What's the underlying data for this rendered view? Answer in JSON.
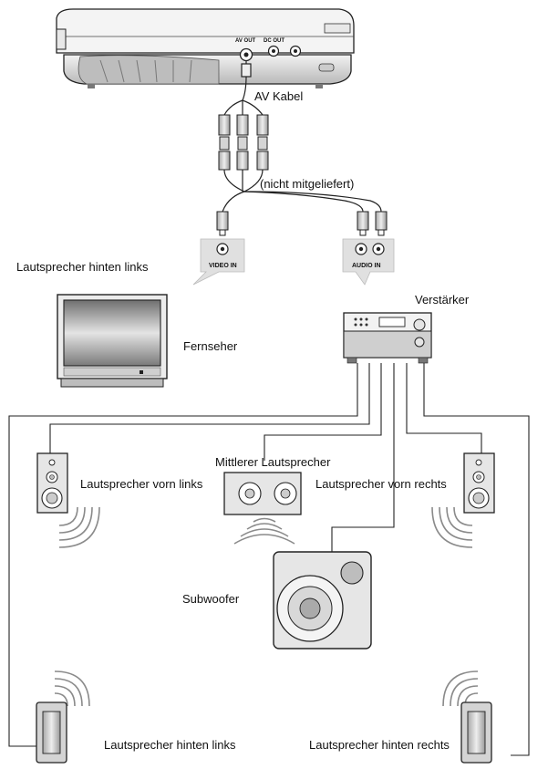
{
  "labels": {
    "av_cable": "AV Kabel",
    "not_supplied": "(nicht mitgeliefert)",
    "rear_left_top": "Lautsprecher hinten links",
    "amplifier": "Verstärker",
    "tv": "Fernseher",
    "center_speaker": "Mittlerer Lautsprecher",
    "front_left": "Lautsprecher vorn links",
    "front_right": "Lautsprecher vorn rechts",
    "subwoofer": "Subwoofer",
    "rear_left": "Lautsprecher hinten links",
    "rear_right": "Lautsprecher hinten rechts"
  },
  "jacks": {
    "video_in": "VIDEO IN",
    "audio_in": "AUDIO IN",
    "dc_out": "DC OUT",
    "av_out": "AV OUT"
  },
  "colors": {
    "line": "#222222",
    "device_fill": "#dcdcdc",
    "device_dark": "#9a9a9a",
    "wave": "#8a8a8a"
  }
}
